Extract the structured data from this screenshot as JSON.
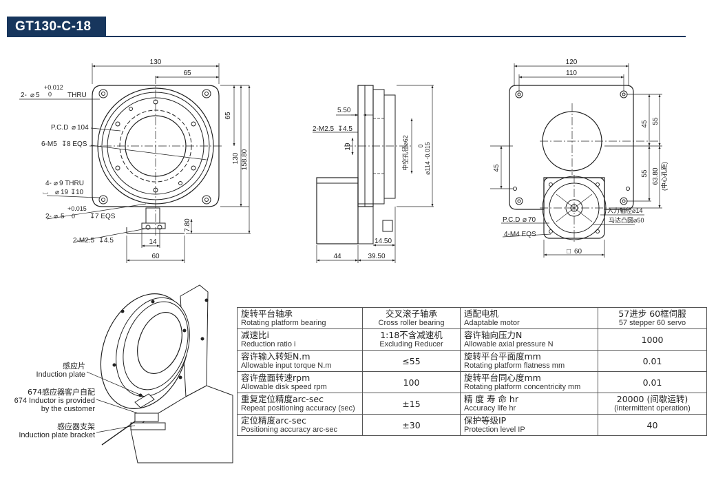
{
  "header": {
    "model": "GT130-C-18"
  },
  "front_view": {
    "dims": {
      "width_total": "130",
      "width_half": "65",
      "height_half": "65",
      "height_130": "130",
      "height_158": "158.80",
      "bottom_60": "60",
      "bottom_14": "14",
      "offset_780": "7.80"
    },
    "labels": {
      "hole_thru_tol": "+0.012",
      "hole_thru_tol2": "0",
      "hole_thru_a": "2-",
      "hole_thru_b": "5",
      "hole_thru_c": "THRU",
      "pcd": "P.C.D",
      "pcd_val": "104",
      "m5": "6-M5",
      "m5_b": "8 EQS",
      "hole9_a": "4-",
      "hole9_b": "9 THRU",
      "hole19": "19",
      "hole19_b": "10",
      "pin_tol": "+0.015",
      "pin_tol2": "0",
      "pin_a": "2-",
      "pin_b": "5",
      "pin_c": "7 EQS",
      "m25": "2-M2.5",
      "m25_b": "4.5"
    }
  },
  "side_view": {
    "dims": {
      "d550": "5.50",
      "d19": "19",
      "d1450": "14.50",
      "d44": "44",
      "d3950": "39.50",
      "hollow": "中空孔径",
      "hollow_val": "62",
      "bore": "114",
      "bore_tol": "0",
      "bore_tol2": "-0.015",
      "m25": "2-M2.5",
      "m25_b": "4.5"
    }
  },
  "rear_view": {
    "dims": {
      "w120": "120",
      "w110": "110",
      "h45a": "45",
      "h55a": "55",
      "h45b": "45",
      "h55b": "55",
      "h6380": "63.80",
      "center_note": "(中心孔距)",
      "sq60": "60",
      "pcd": "P.C.D",
      "pcd_val": "70",
      "m4": "4-M4 EQS",
      "shaft": "入力轴径",
      "shaft_val": "14",
      "boss": "马达凸圆",
      "boss_val": "50"
    }
  },
  "callouts": [
    {
      "cn": "感应片",
      "en": "Induction plate"
    },
    {
      "cn": "674感应器客户自配",
      "en": "674 Inductor is provided by the customer"
    },
    {
      "cn": "感应器支架",
      "en": "Induction plate bracket"
    }
  ],
  "spec_table": {
    "rows": [
      {
        "c1_cn": "旋转平台轴承",
        "c1_en": "Rotating platform bearing",
        "c2_cn": "交叉滚子轴承",
        "c2_en": "Cross roller bearing",
        "c3_cn": "适配电机",
        "c3_en": "Adaptable motor",
        "c4_cn": "57进步 60框伺服",
        "c4_en": "57 stepper 60 servo"
      },
      {
        "c1_cn": "减速比i",
        "c1_en": "Reduction ratio i",
        "c2_cn": "1:18不含减速机",
        "c2_en": "Excluding Reducer",
        "c3_cn": "容许轴向压力N",
        "c3_en": "Allowable axial pressure N",
        "c4_cn": "1000",
        "c4_en": ""
      },
      {
        "c1_cn": "容许输入转矩N.m",
        "c1_en": "Allowable input torque N.m",
        "c2_cn": "≤55",
        "c2_en": "",
        "c3_cn": "旋转平台平面度mm",
        "c3_en": "Rotating platform flatness mm",
        "c4_cn": "0.01",
        "c4_en": ""
      },
      {
        "c1_cn": "容许盘面转速rpm",
        "c1_en": "Allowable disk speed rpm",
        "c2_cn": "100",
        "c2_en": "",
        "c3_cn": "旋转平台同心度mm",
        "c3_en": "Rotating platform concentricity mm",
        "c4_cn": "0.01",
        "c4_en": ""
      },
      {
        "c1_cn": "重复定位精度arc-sec",
        "c1_en": "Repeat positioning accuracy (sec)",
        "c2_cn": "±15",
        "c2_en": "",
        "c3_cn": "精 度 寿 命 hr",
        "c3_en": "Accuracy life hr",
        "c4_cn": "20000 (间歇运转)",
        "c4_en": "(intermittent operation)"
      },
      {
        "c1_cn": "定位精度arc-sec",
        "c1_en": "Positioning accuracy arc-sec",
        "c2_cn": "±30",
        "c2_en": "",
        "c3_cn": "保护等级IP",
        "c3_en": "Protection level IP",
        "c4_cn": "40",
        "c4_en": ""
      }
    ]
  }
}
